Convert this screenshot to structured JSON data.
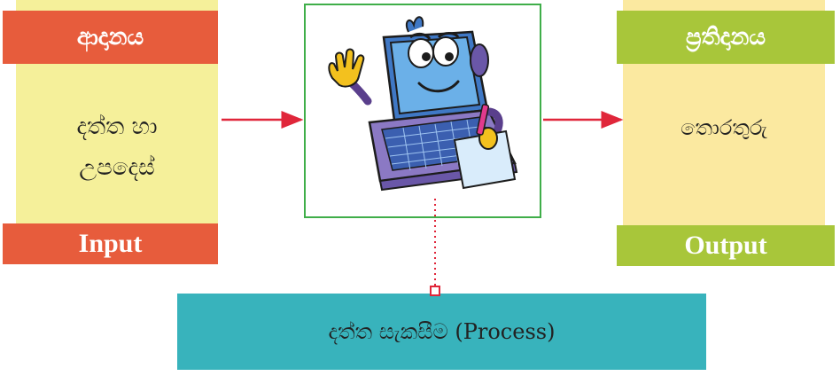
{
  "input": {
    "header": "ආදානය",
    "lines": [
      "දත්ත හා",
      "උපදෙස්"
    ],
    "footer": "Input",
    "color": "#e75c3c",
    "panel_color": "#f5f09a"
  },
  "output": {
    "header": "ප්‍රතිදානය",
    "text": "තොරතුරු",
    "footer": "Output",
    "color": "#a8c63a",
    "panel_color": "#fbe9a0"
  },
  "process": {
    "label": "දත්ත සැකසීම (Process)",
    "color": "#38b3bc"
  },
  "illustration": {
    "icon": "cartoon-laptop-icon",
    "border_color": "#3fae49"
  },
  "connectors": {
    "arrow_color": "#e0263a"
  }
}
